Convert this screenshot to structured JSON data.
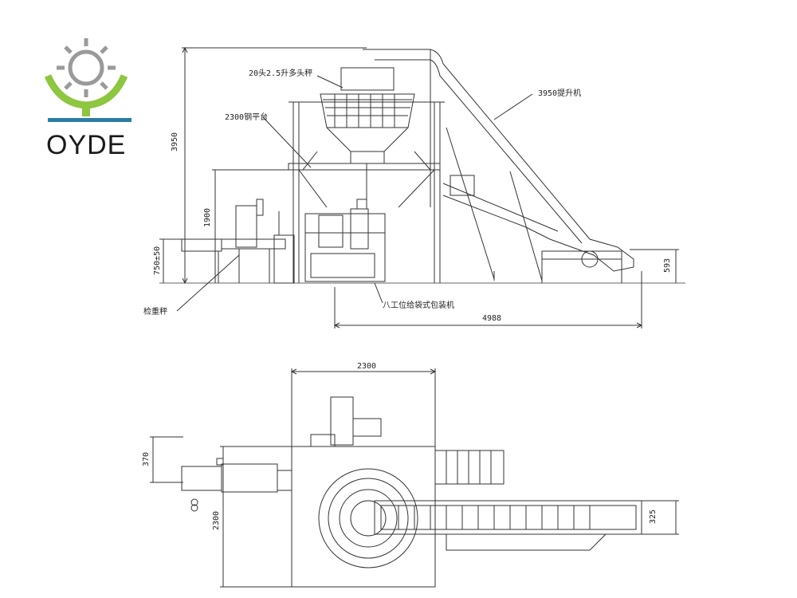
{
  "logo": {
    "brand": "OYDE",
    "colors": {
      "gear": "#9a9a9a",
      "y_mark": "#8dc63f",
      "bar": "#2d7da8"
    }
  },
  "side_view": {
    "labels": {
      "weigher": "20头2.5升多头秤",
      "platform": "2300钢平台",
      "elevator": "3950提升机",
      "packer": "八工位给袋式包装机",
      "checkweigher": "检重秤"
    },
    "dims": {
      "total_height": "3950",
      "platform_height": "1900",
      "conveyor_height": "750±50",
      "discharge_height": "593",
      "total_length": "4988"
    }
  },
  "top_view": {
    "dims": {
      "width_top": "2300",
      "depth_left": "2300",
      "offset_left": "370",
      "conveyor_width": "325"
    }
  },
  "line_color": "#333333"
}
